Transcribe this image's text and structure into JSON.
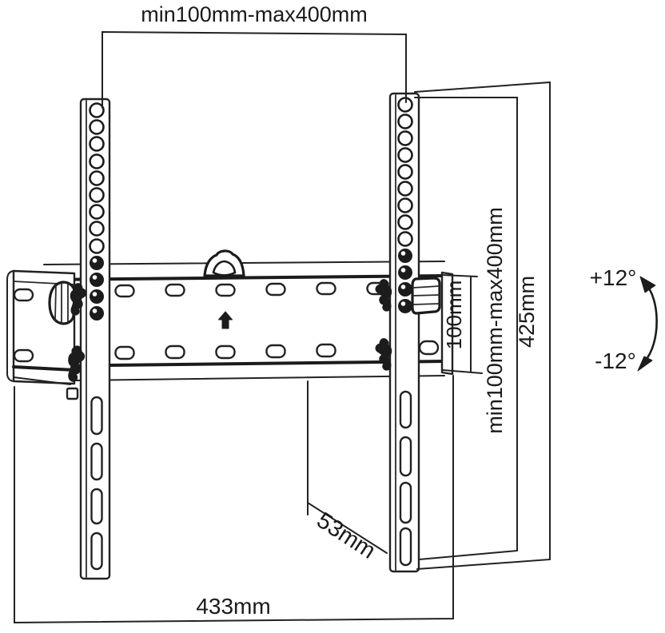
{
  "diagram": {
    "type": "technical-drawing",
    "subject": "Tilting TV wall mount bracket dimension diagram",
    "colors": {
      "line": "#222222",
      "text": "#1a1a1a",
      "background": "#ffffff"
    },
    "dimensions": {
      "vesa_width": "min100mm-max400mm",
      "vesa_height": "min100mm-max400mm",
      "rail_height": "425mm",
      "wall_plate_height": "100mm",
      "depth": "53mm",
      "overall_width": "433mm",
      "tilt_up": "+12°",
      "tilt_down": "-12°"
    },
    "icons": {
      "up_arrow": "orientation-up-arrow",
      "tilt_arrow": "curved-double-headed-arrow",
      "hanger_tab": "hanger-tab"
    }
  }
}
